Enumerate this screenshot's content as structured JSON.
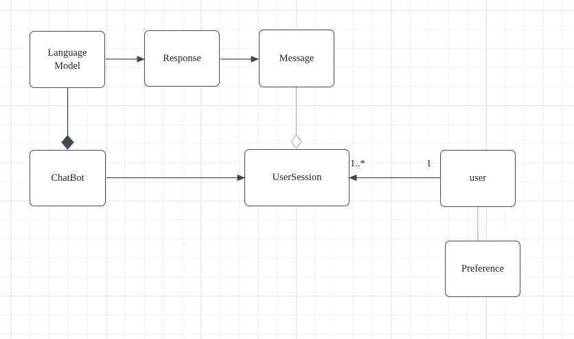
{
  "diagram": {
    "nodes": {
      "language_model": {
        "label": "Language Model"
      },
      "response": {
        "label": "Response"
      },
      "message": {
        "label": "Message"
      },
      "chatbot": {
        "label": "ChatBot"
      },
      "user_session": {
        "label": "UserSession"
      },
      "user": {
        "label": "user"
      },
      "preference": {
        "label": "Preference"
      }
    },
    "edge_labels": {
      "user_session_multiplicity": "1..*",
      "user_multiplicity": "1"
    },
    "edges": [
      {
        "from": "Language Model",
        "to": "Response",
        "type": "directed-association"
      },
      {
        "from": "Response",
        "to": "Message",
        "type": "directed-association"
      },
      {
        "whole": "ChatBot",
        "part": "Language Model",
        "type": "composition"
      },
      {
        "whole": "UserSession",
        "part": "Message",
        "type": "aggregation"
      },
      {
        "from": "ChatBot",
        "to": "UserSession",
        "type": "directed-association"
      },
      {
        "from": "user",
        "to": "UserSession",
        "type": "directed-association",
        "source_multiplicity": "1",
        "target_multiplicity": "1..*"
      },
      {
        "from": "user",
        "to": "Preference",
        "type": "association"
      }
    ],
    "colors": {
      "node_border": "#424a54",
      "stroke_dark": "#424a54",
      "stroke_light": "#b3b3b3",
      "text_color": "#262626",
      "grid_minor": "#f0f0f0",
      "grid_major": "#e2e2e2"
    }
  }
}
